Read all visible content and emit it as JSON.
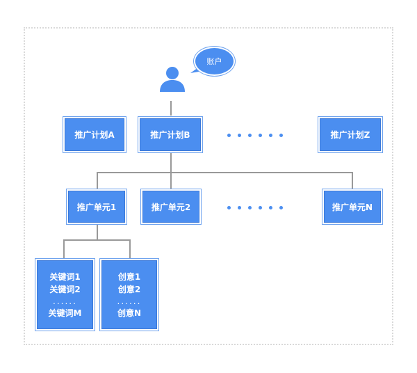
{
  "account": {
    "label": "账户"
  },
  "plans": [
    {
      "label": "推广计划A"
    },
    {
      "label": "推广计划B"
    },
    {
      "label": "推广计划Z"
    }
  ],
  "units": [
    {
      "label": "推广单元1"
    },
    {
      "label": "推广单元2"
    },
    {
      "label": "推广单元N"
    }
  ],
  "keywords": {
    "lines": [
      "关键词1",
      "关键词2",
      "......",
      "关键词M"
    ]
  },
  "creatives": {
    "lines": [
      "创意1",
      "创意2",
      "......",
      "创意N"
    ]
  },
  "colors": {
    "node": "#4b8ef0",
    "connector": "#999999",
    "frame": "#d9d9d9"
  }
}
